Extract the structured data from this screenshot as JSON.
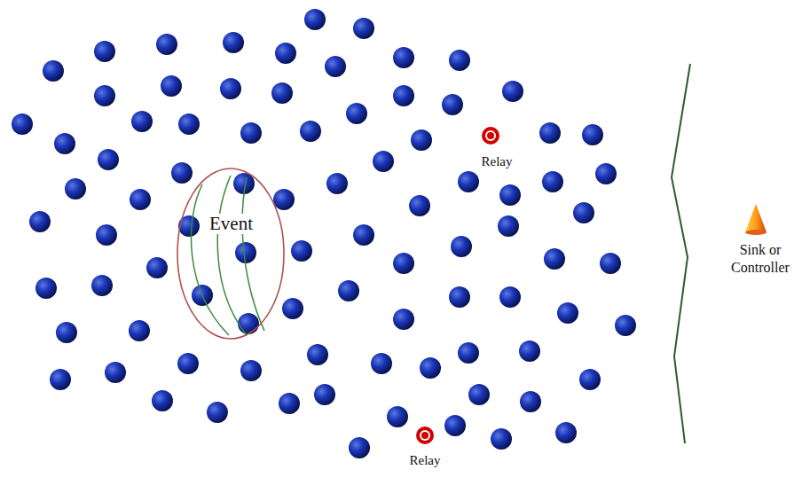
{
  "diagram": {
    "nodes": [
      {
        "text": [
          "Event"
        ]
      }
    ],
    "labels": [
      "Relay",
      "Relay",
      "Sink or Controller"
    ]
  }
}
